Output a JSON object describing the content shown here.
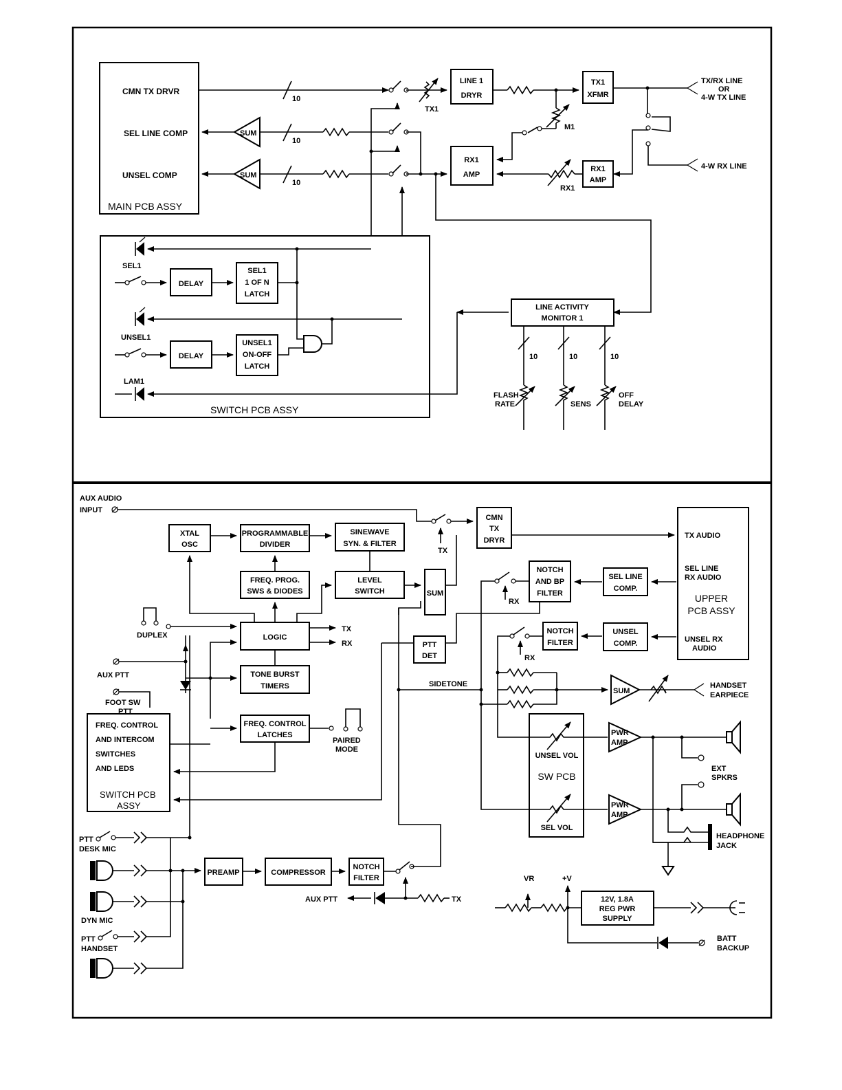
{
  "top": {
    "main_pcb": {
      "title": "MAIN PCB ASSY",
      "cmn_tx_drvr": "CMN TX DRVR",
      "sel_line_comp": "SEL LINE COMP",
      "unsel_comp": "UNSEL COMP"
    },
    "sum": "SUM",
    "bus_width": "10",
    "line1_drvr": [
      "LINE 1",
      "DRYR"
    ],
    "tx1_xfmr": [
      "TX1",
      "XFMR"
    ],
    "rx1_amp_a": [
      "RX1",
      "AMP"
    ],
    "rx1_amp_b": [
      "RX1",
      "AMP"
    ],
    "labels": {
      "tx1": "TX1",
      "m1": "M1",
      "rx1": "RX1"
    },
    "right_io": {
      "txrx_line": "TX/RX LINE",
      "or": "OR",
      "four_w_tx_line": "4-W TX LINE",
      "four_w_rx_line": "4-W RX LINE"
    },
    "switch_pcb": {
      "title": "SWITCH PCB ASSY",
      "sel1": "SEL1",
      "unsel1": "UNSEL1",
      "lam1": "LAM1",
      "delay": "DELAY",
      "sel1_latch": [
        "SEL1",
        "1 OF N",
        "LATCH"
      ],
      "unsel1_latch": [
        "UNSEL1",
        "ON-OFF",
        "LATCH"
      ]
    },
    "line_activity_monitor": [
      "LINE ACTIVITY",
      "MONITOR 1"
    ],
    "controls": {
      "flash_rate": [
        "FLASH",
        "RATE"
      ],
      "sens": "SENS",
      "off_delay": [
        "OFF",
        "DELAY"
      ]
    }
  },
  "bottom": {
    "aux_audio_input": [
      "AUX AUDIO",
      "INPUT"
    ],
    "xtal_osc": [
      "XTAL",
      "OSC"
    ],
    "programmable_divider": [
      "PROGRAMMABLE",
      "DIVIDER"
    ],
    "sinewave_syn": [
      "SINEWAVE",
      "SYN. & FILTER"
    ],
    "cmn_tx_dryr": [
      "CMN",
      "TX",
      "DRYR"
    ],
    "tx": "TX",
    "rx": "RX",
    "freq_prog": [
      "FREQ. PROG.",
      "SWS & DIODES"
    ],
    "level_switch": [
      "LEVEL",
      "SWITCH"
    ],
    "sum": "SUM",
    "logic": "LOGIC",
    "duplex": "DUPLEX",
    "aux_ptt": "AUX PTT",
    "foot_sw_ptt": [
      "FOOT SW",
      "PTT"
    ],
    "tone_burst": [
      "TONE BURST",
      "TIMERS"
    ],
    "freq_control_latches": [
      "FREQ. CONTROL",
      "LATCHES"
    ],
    "paired_mode": [
      "PAIRED",
      "MODE"
    ],
    "switch_pcb": {
      "lines": [
        "FREQ. CONTROL",
        "AND INTERCOM",
        "SWITCHES",
        "AND LEDS"
      ],
      "title": [
        "SWITCH PCB",
        "ASSY"
      ]
    },
    "ptt_det": [
      "PTT",
      "DET"
    ],
    "sidetone": "SIDETONE",
    "notch_bp": [
      "NOTCH",
      "AND BP",
      "FILTER"
    ],
    "notch_filter": [
      "NOTCH",
      "FILTER"
    ],
    "sel_line_comp": [
      "SEL LINE",
      "COMP."
    ],
    "unsel_comp": [
      "UNSEL",
      "COMP."
    ],
    "upper_pcb": {
      "tx_audio": "TX AUDIO",
      "sel_line_rx": [
        "SEL LINE",
        "RX AUDIO"
      ],
      "title": [
        "UPPER",
        "PCB ASSY"
      ],
      "unsel_rx": [
        "UNSEL RX",
        "AUDIO"
      ]
    },
    "handset_earpiece": [
      "HANDSET",
      "EARPIECE"
    ],
    "sw_pcb": {
      "title": "SW PCB",
      "unsel_vol": "UNSEL VOL",
      "sel_vol": "SEL VOL"
    },
    "pwr_amp": [
      "PWR",
      "AMP"
    ],
    "ext_spkrs": [
      "EXT",
      "SPKRS"
    ],
    "headphone_jack": [
      "HEADPHONE",
      "JACK"
    ],
    "ptt_desk_mic": [
      "PTT",
      "DESK MIC"
    ],
    "dyn_mic": "DYN MIC",
    "ptt_handset": [
      "PTT",
      "HANDSET"
    ],
    "preamp": "PREAMP",
    "compressor": "COMPRESSOR",
    "aux_ptt_out": "AUX PTT",
    "vr": "VR",
    "plus_v": "+V",
    "power_supply": [
      "12V, 1.8A",
      "REG PWR",
      "SUPPLY"
    ],
    "batt_backup": [
      "BATT",
      "BACKUP"
    ]
  }
}
